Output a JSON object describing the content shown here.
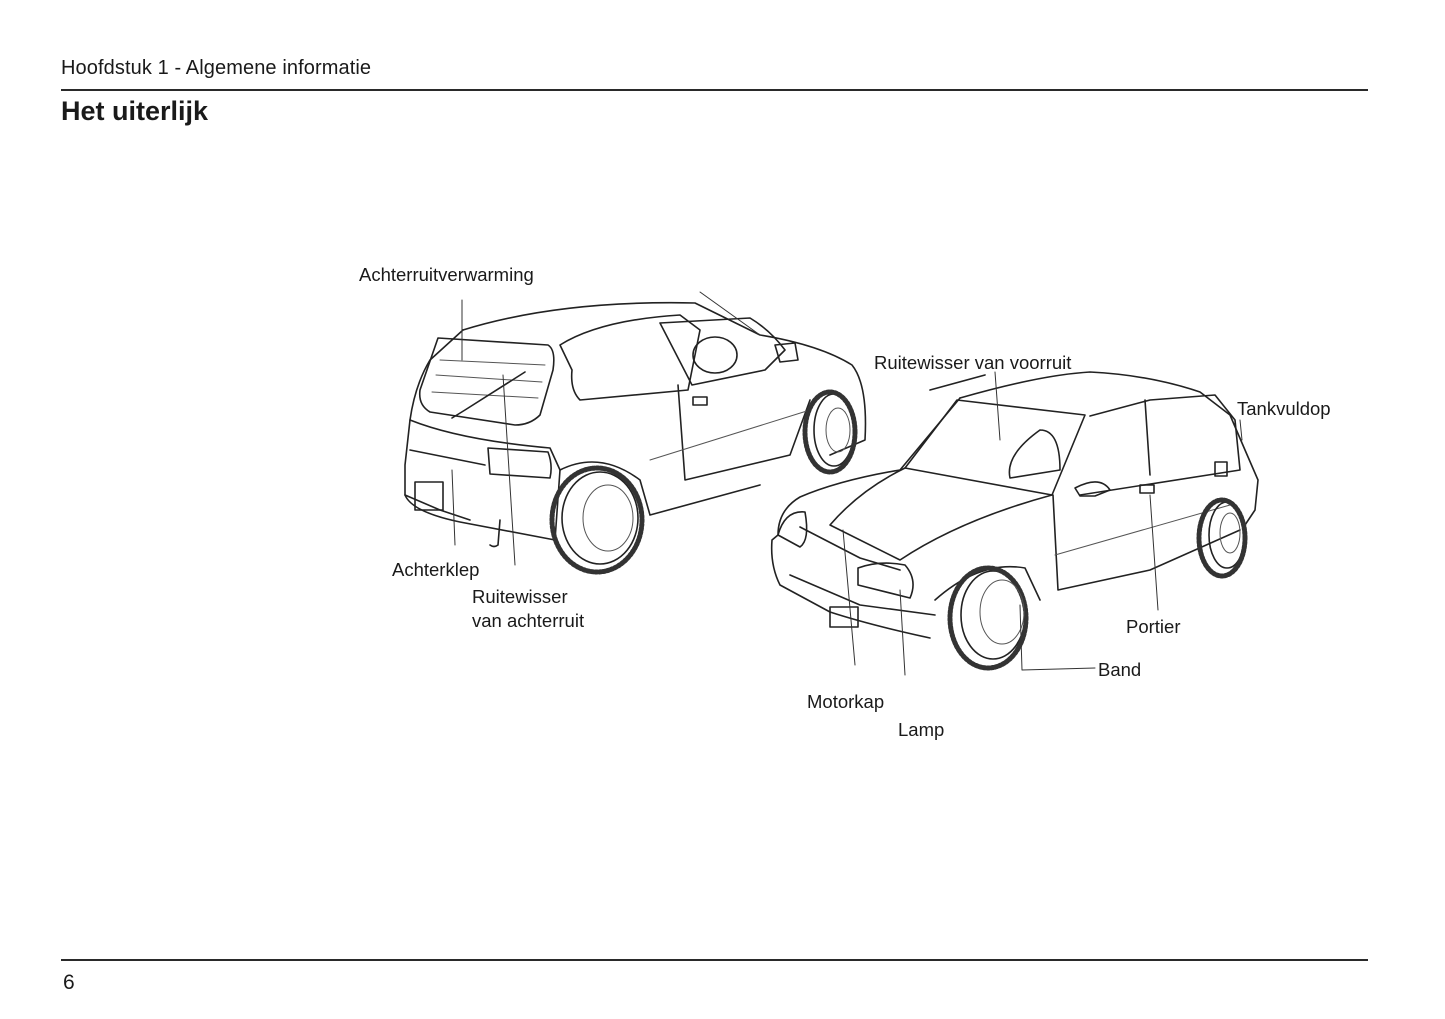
{
  "header": {
    "chapter": "Hoofdstuk 1 - Algemene informatie",
    "title": "Het uiterlijk"
  },
  "illustration": {
    "rear_car_labels": {
      "rear_window_heating": "Achterruitverwarming",
      "tailgate": "Achterklep",
      "rear_wiper_line1": "Ruitewisser",
      "rear_wiper_line2": "van achterruit"
    },
    "front_car_labels": {
      "front_wiper": "Ruitewisser van voorruit",
      "fuel_cap": "Tankvuldop",
      "door": "Portier",
      "tire": "Band",
      "hood": "Motorkap",
      "lamp": "Lamp"
    }
  },
  "footer": {
    "page_number": "6"
  }
}
